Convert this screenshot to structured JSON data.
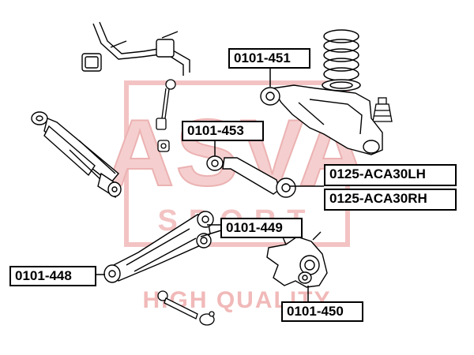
{
  "colors": {
    "line": "#000000",
    "watermark": "#f1b9b9",
    "label_border": "#000000",
    "background": "#ffffff"
  },
  "watermark": {
    "logo_text": "ASVA",
    "sub_text": "SPORT",
    "slogan": "HIGH QUALITY"
  },
  "parts": {
    "p451": "0101-451",
    "p453": "0101-453",
    "lh": "0125-ACA30LH",
    "rh": "0125-ACA30RH",
    "p449": "0101-449",
    "p448": "0101-448",
    "p450": "0101-450"
  }
}
